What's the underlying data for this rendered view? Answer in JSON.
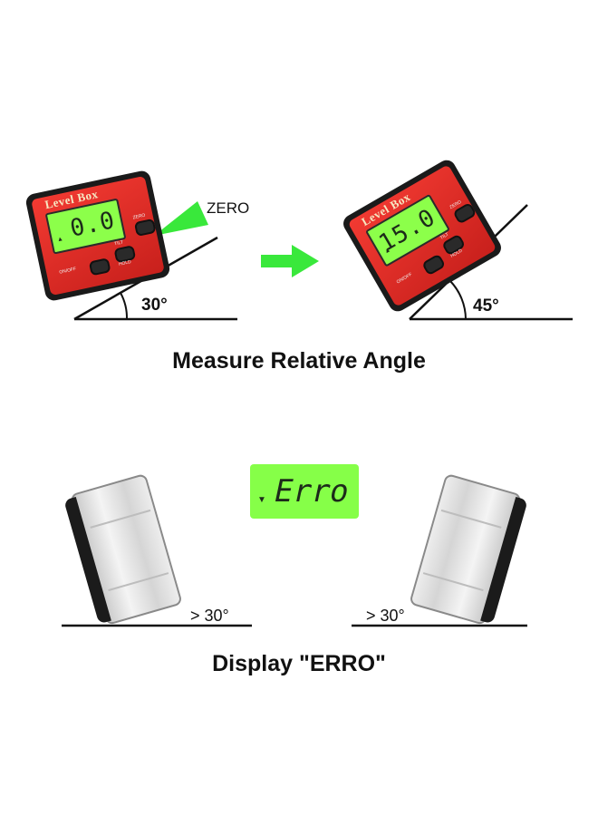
{
  "top": {
    "device_left": {
      "brand": "Level Box",
      "reading": "0.0",
      "btn_onoff": "ON/OFF",
      "btn_tilt": "TILT",
      "btn_hold": "HOLD",
      "btn_zero": "ZERO"
    },
    "device_right": {
      "brand": "Level Box",
      "reading": "15.0",
      "btn_onoff": "ON/OFF",
      "btn_tilt": "TILT",
      "btn_hold": "HOLD",
      "btn_zero": "ZERO"
    },
    "zero_label": "ZERO",
    "angle_left": "30°",
    "angle_right": "45°",
    "caption": "Measure Relative Angle",
    "accent_color": "#39e83b"
  },
  "bottom": {
    "lcd_text": "Erro",
    "angle_left": "> 30°",
    "angle_right": "> 30°",
    "caption": "Display \"ERRO\""
  }
}
